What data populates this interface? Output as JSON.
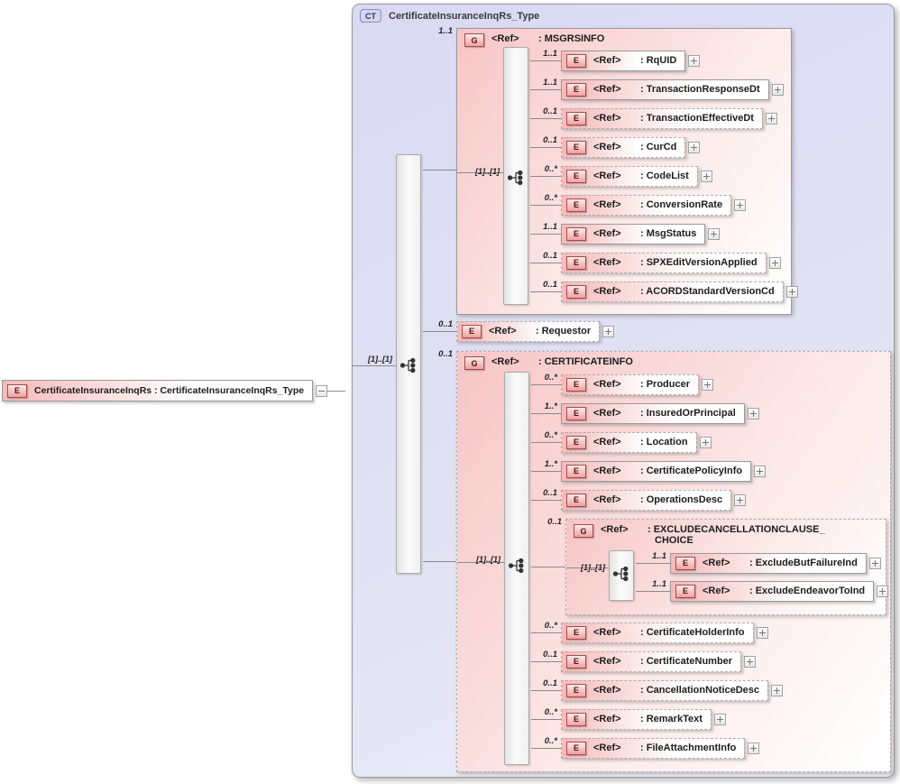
{
  "root": {
    "badge": "E",
    "label": "CertificateInsuranceInqRs : CertificateInsuranceInqRs_Type"
  },
  "complex_type": {
    "badge": "CT",
    "title": "CertificateInsuranceInqRs_Type",
    "compositor": "[1]..[1]",
    "children": [
      {
        "kind": "group",
        "badge": "G",
        "ref_label": "<Ref>",
        "label": ": MSGRSINFO",
        "cardinality": "1..1",
        "optional": false,
        "compositor": "[1]..[1]",
        "children": [
          {
            "kind": "element",
            "badge": "E",
            "ref_label": "<Ref>",
            "label": ": RqUID",
            "cardinality": "1..1",
            "optional": false
          },
          {
            "kind": "element",
            "badge": "E",
            "ref_label": "<Ref>",
            "label": ": TransactionResponseDt",
            "cardinality": "1..1",
            "optional": false
          },
          {
            "kind": "element",
            "badge": "E",
            "ref_label": "<Ref>",
            "label": ": TransactionEffectiveDt",
            "cardinality": "0..1",
            "optional": true
          },
          {
            "kind": "element",
            "badge": "E",
            "ref_label": "<Ref>",
            "label": ": CurCd",
            "cardinality": "0..1",
            "optional": true
          },
          {
            "kind": "element",
            "badge": "E",
            "ref_label": "<Ref>",
            "label": ": CodeList",
            "cardinality": "0..*",
            "optional": true
          },
          {
            "kind": "element",
            "badge": "E",
            "ref_label": "<Ref>",
            "label": ": ConversionRate",
            "cardinality": "0..*",
            "optional": true
          },
          {
            "kind": "element",
            "badge": "E",
            "ref_label": "<Ref>",
            "label": ": MsgStatus",
            "cardinality": "1..1",
            "optional": false
          },
          {
            "kind": "element",
            "badge": "E",
            "ref_label": "<Ref>",
            "label": ": SPXEditVersionApplied",
            "cardinality": "0..1",
            "optional": true
          },
          {
            "kind": "element",
            "badge": "E",
            "ref_label": "<Ref>",
            "label": ": ACORDStandardVersionCd",
            "cardinality": "0..1",
            "optional": true
          }
        ]
      },
      {
        "kind": "element",
        "badge": "E",
        "ref_label": "<Ref>",
        "label": ": Requestor",
        "cardinality": "0..1",
        "optional": true
      },
      {
        "kind": "group",
        "badge": "G",
        "ref_label": "<Ref>",
        "label": ": CERTIFICATEINFO",
        "cardinality": "0..1",
        "optional": true,
        "compositor": "[1]..[1]",
        "children": [
          {
            "kind": "element",
            "badge": "E",
            "ref_label": "<Ref>",
            "label": ": Producer",
            "cardinality": "0..*",
            "optional": true
          },
          {
            "kind": "element",
            "badge": "E",
            "ref_label": "<Ref>",
            "label": ": InsuredOrPrincipal",
            "cardinality": "1..*",
            "optional": false
          },
          {
            "kind": "element",
            "badge": "E",
            "ref_label": "<Ref>",
            "label": ": Location",
            "cardinality": "0..*",
            "optional": true
          },
          {
            "kind": "element",
            "badge": "E",
            "ref_label": "<Ref>",
            "label": ": CertificatePolicyInfo",
            "cardinality": "1..*",
            "optional": false
          },
          {
            "kind": "element",
            "badge": "E",
            "ref_label": "<Ref>",
            "label": ": OperationsDesc",
            "cardinality": "0..1",
            "optional": true
          },
          {
            "kind": "group",
            "badge": "G",
            "ref_label": "<Ref>",
            "label": ": EXCLUDECANCELLATIONCLAUSE_",
            "label_line2": "CHOICE",
            "cardinality": "0..1",
            "optional": true,
            "compositor": "[1]..[1]",
            "children": [
              {
                "kind": "element",
                "badge": "E",
                "ref_label": "<Ref>",
                "label": ": ExcludeButFailureInd",
                "cardinality": "1..1",
                "optional": false
              },
              {
                "kind": "element",
                "badge": "E",
                "ref_label": "<Ref>",
                "label": ": ExcludeEndeavorToInd",
                "cardinality": "1..1",
                "optional": false
              }
            ]
          },
          {
            "kind": "element",
            "badge": "E",
            "ref_label": "<Ref>",
            "label": ": CertificateHolderInfo",
            "cardinality": "0..*",
            "optional": true
          },
          {
            "kind": "element",
            "badge": "E",
            "ref_label": "<Ref>",
            "label": ": CertificateNumber",
            "cardinality": "0..1",
            "optional": true
          },
          {
            "kind": "element",
            "badge": "E",
            "ref_label": "<Ref>",
            "label": ": CancellationNoticeDesc",
            "cardinality": "0..1",
            "optional": true
          },
          {
            "kind": "element",
            "badge": "E",
            "ref_label": "<Ref>",
            "label": ": RemarkText",
            "cardinality": "0..*",
            "optional": true
          },
          {
            "kind": "element",
            "badge": "E",
            "ref_label": "<Ref>",
            "label": ": FileAttachmentInfo",
            "cardinality": "0..*",
            "optional": true
          }
        ]
      }
    ]
  },
  "colors": {
    "container_background": "#d9d9f3",
    "group_pink": "#f7c5c5",
    "element_pink": "#f5b9b9",
    "badge_border": "#a84a4a",
    "border_gray": "#9a9a9a",
    "line_gray": "#8a8a8a"
  },
  "icons": {
    "compositor": "sequence-compositor-icon",
    "expand": "plus-icon",
    "collapse": "minus-icon"
  }
}
